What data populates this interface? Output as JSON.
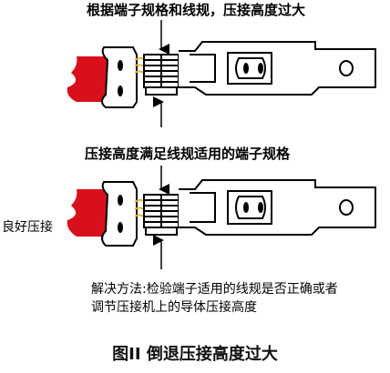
{
  "labels": {
    "top_caption": "根据端子规格和线规，压接高度过大",
    "middle_caption": "压接高度满足线规适用的端子规格",
    "good_label": "良好压接",
    "solution_line1": "解决方法:检验端子适用的线规是否正确或者",
    "solution_line2": "调节压接机上的导体压接高度",
    "figure_title": "图II 倒退压接高度过大"
  },
  "colors": {
    "insulation": "#d8101b",
    "wire_strands": "#e6b83a",
    "terminal_outline": "#000000"
  }
}
